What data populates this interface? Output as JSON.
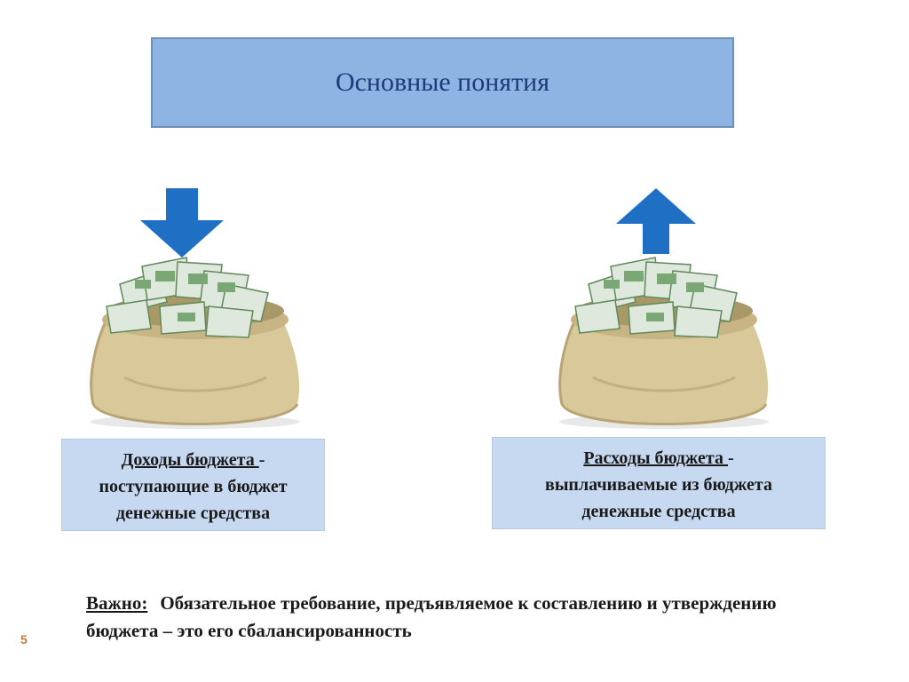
{
  "slide": {
    "title": "Основные понятия",
    "income": {
      "term": "Доходы бюджета ",
      "dash": "-",
      "description_line1": "поступающие в бюджет",
      "description_line2": "денежные средства",
      "arrow": "arrow-down-icon"
    },
    "expenses": {
      "term": "Расходы бюджета ",
      "dash": "-",
      "description_line1": "выплачиваемые из бюджета",
      "description_line2": "денежные средства",
      "arrow": "arrow-up-icon"
    },
    "important": {
      "label": "Важно:",
      "text": "Обязательное требование, предъявляемое к составлению и утверждению бюджета – это его сбалансированность"
    },
    "page_number": "5"
  },
  "colors": {
    "title_bg": "#8eb4e3",
    "box_bg": "#c6d9f1",
    "arrow_blue": "#1f6fc5",
    "bag": "#d9c89a"
  }
}
